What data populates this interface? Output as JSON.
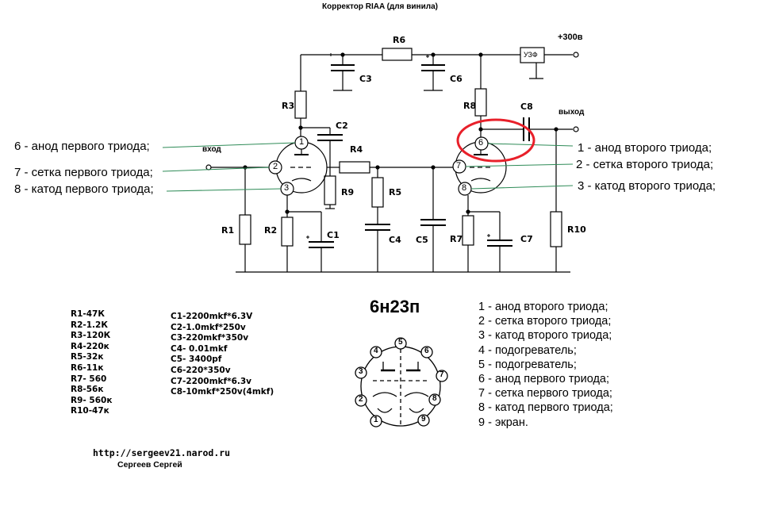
{
  "title": "Корректор RIAA (для винила)",
  "supply_label": "+300в",
  "uzf_label": "УЗФ",
  "input_label": "вход",
  "output_label": "выход",
  "left_pins": [
    "6 - анод первого триода;",
    "7 - сетка первого триода;",
    "8 - катод первого триода;"
  ],
  "right_pins": [
    "1 - анод второго триода;",
    "2 - сетка второго триода;",
    "3 - катод второго триода;"
  ],
  "component_labels": {
    "R1": "R1",
    "R2": "R2",
    "R3": "R3",
    "R4": "R4",
    "R5": "R5",
    "R6": "R6",
    "R7": "R7",
    "R8": "R8",
    "R9": "R9",
    "R10": "R10",
    "C1": "C1",
    "C2": "C2",
    "C3": "C3",
    "C4": "C4",
    "C5": "C5",
    "C6": "C6",
    "C7": "C7",
    "C8": "C8"
  },
  "pin_numbers": {
    "v1_anode": "1",
    "v1_grid": "2",
    "v1_cathode": "3",
    "v2_anode": "6",
    "v2_grid": "7",
    "v2_cathode": "8"
  },
  "resistor_list": [
    "R1-47К",
    "R2-1.2К",
    "R3-120К",
    "R4-220к",
    "R5-32к",
    "R6-11к",
    "R7- 560",
    "R8-56к",
    "R9- 560к",
    "R10-47к"
  ],
  "capacitor_list": [
    "C1-2200mkf*6.3V",
    "C2-1.0mkf*250v",
    "C3-220mkf*350v",
    "C4- 0.01mkf",
    "C5- 3400pf",
    "C6-220*350v",
    "C7-2200mkf*6.3v",
    "C8-10mkf*250v(4mkf)"
  ],
  "tube_name": "6н23п",
  "socket_pins": [
    "1",
    "2",
    "3",
    "4",
    "5",
    "6",
    "7",
    "8",
    "9"
  ],
  "pinout": [
    "1 - анод второго триода;",
    "2 - сетка второго триода;",
    "3 - катод второго триода;",
    "4 - подогреватель;",
    "5 - подогреватель;",
    "6 - анод первого триода;",
    "7 - сетка первого триода;",
    "8 - катод первого триода;",
    "9 - экран."
  ],
  "url": "http://sergeev21.narod.ru",
  "author": "Сергеев Сергей",
  "colors": {
    "line": "#000000",
    "leader": "#2e8b57",
    "highlight": "#e8202a"
  }
}
